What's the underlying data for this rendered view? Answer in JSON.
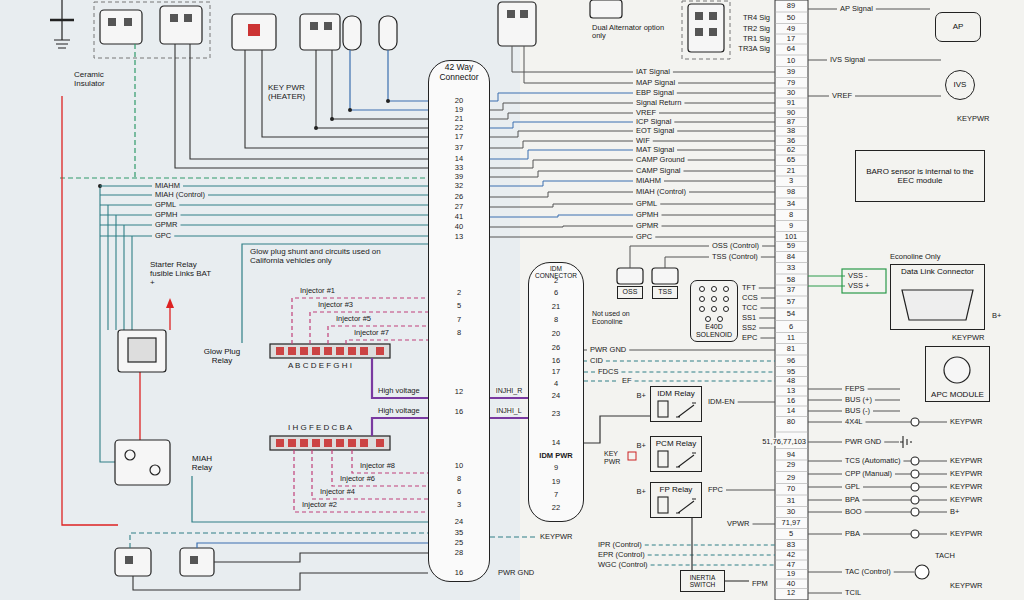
{
  "diagram": {
    "nodes": [
      {
        "text": [
          "42 Way Connector"
        ]
      },
      {
        "text": [
          "Glow Plug Relay"
        ]
      },
      {
        "text": [
          "MIAH Relay"
        ]
      },
      {
        "text": [
          "IDM CONNECTOR"
        ]
      },
      {
        "text": [
          "OSS"
        ]
      },
      {
        "text": [
          "TSS"
        ]
      },
      {
        "text": [
          "E40D SOLENOID"
        ]
      },
      {
        "text": [
          "IDM Relay"
        ]
      },
      {
        "text": [
          "PCM Relay"
        ]
      },
      {
        "text": [
          "FP Relay"
        ]
      },
      {
        "text": [
          "AP"
        ]
      },
      {
        "text": [
          "IVS"
        ]
      },
      {
        "text": [
          "BARO sensor is internal to the EEC module"
        ]
      },
      {
        "text": [
          "Data Link Connector"
        ]
      },
      {
        "text": [
          "APC MODULE"
        ]
      },
      {
        "text": [
          "INERTIA SWITCH"
        ]
      }
    ],
    "edges": [
      {
        "from": 0,
        "to": 3,
        "label": "INJHI_R",
        "arrow": "none"
      },
      {
        "from": 0,
        "to": 3,
        "label": "INJHI_L",
        "arrow": "none"
      },
      {
        "from": 1,
        "to": 0,
        "arrow": "none"
      },
      {
        "from": 2,
        "to": 0,
        "arrow": "none"
      },
      {
        "from": 9,
        "to": 15,
        "arrow": "none"
      },
      {
        "from": 7,
        "to": 3,
        "arrow": "none"
      }
    ],
    "labels": [
      "Ceramic Insulator",
      "KEY PWR (HEATER)",
      "MIAHM",
      "MIAH (Control)",
      "GPML",
      "GPMH",
      "GPMR",
      "GPC",
      "Glow plug shunt and circuits used on California vehicles only",
      "Starter Relay fusible Links BAT +",
      "Injector #1",
      "Injector #3",
      "Injector #5",
      "Injector #7",
      "A B C D E F G H I",
      "High voltage",
      "High voltage",
      "I H G F E D C B A",
      "Injector #8",
      "Injector #6",
      "Injector #4",
      "Injector #2",
      "20",
      "19",
      "21",
      "22",
      "17",
      "37",
      "14",
      "33",
      "39",
      "32",
      "26",
      "27",
      "41",
      "40",
      "13",
      "2",
      "5",
      "7",
      "8",
      "12",
      "16",
      "10",
      "8",
      "6",
      "3",
      "24",
      "35",
      "25",
      "28",
      "16",
      "2",
      "6",
      "21",
      "8",
      "20",
      "26",
      "16",
      "17",
      "4",
      "24",
      "23",
      "14",
      "9",
      "19",
      "7",
      "22",
      "IDM PWR",
      "KEYPWR",
      "PWR GND",
      "Dual Alternator option only",
      "TR4 Sig",
      "TR2 Sig",
      "TR1 Sig",
      "TR3A Sig",
      "IAT Signal",
      "MAP Signal",
      "EBP Signal",
      "Signal Return",
      "VREF",
      "ICP Signal",
      "EOT Signal",
      "WIF",
      "MAT Signal",
      "CAMP Ground",
      "CAMP Signal",
      "MIAHM",
      "MIAH (Control)",
      "GPML",
      "GPMH",
      "GPMR",
      "GPC",
      "OSS (Control)",
      "TSS (Control)",
      "Not used on Econoline",
      "TFT",
      "CCS",
      "TCC",
      "SS1",
      "SS2",
      "EPC",
      "PWR GND",
      "CID",
      "FDCS",
      "EF",
      "B+",
      "B+",
      "B+",
      "KEY PWR",
      "IDM-EN",
      "FPC",
      "VPWR",
      "IPR (Control)",
      "EPR (Control)",
      "WGC (Control)",
      "FPM",
      "89",
      "50",
      "49",
      "17",
      "64",
      "10",
      "39",
      "79",
      "30",
      "91",
      "90",
      "87",
      "38",
      "36",
      "62",
      "65",
      "21",
      "3",
      "98",
      "34",
      "8",
      "9",
      "101",
      "59",
      "84",
      "33",
      "58",
      "37",
      "57",
      "54",
      "6",
      "11",
      "81",
      "96",
      "95",
      "48",
      "13",
      "16",
      "14",
      "80",
      "51,76,77,103",
      "94",
      "29",
      "29",
      "70",
      "31",
      "30",
      "71,97",
      "5",
      "83",
      "42",
      "47",
      "19",
      "40",
      "12",
      "AP Signal",
      "IVS Signal",
      "VREF",
      "KEYPWR",
      "VSS -",
      "VSS +",
      "Econoline Only",
      "B+",
      "KEYPWR",
      "FEPS",
      "BUS (+)",
      "BUS (-)",
      "4X4L",
      "KEYPWR",
      "PWR GND",
      "TCS (Automatic)",
      "KEYPWR",
      "CPP (Manual)",
      "KEYPWR",
      "GPL",
      "KEYPWR",
      "BPA",
      "KEYPWR",
      "BOO",
      "B+",
      "PBA",
      "KEYPWR",
      "TACH",
      "TAC (Control)",
      "KEYPWR",
      "TCIL"
    ]
  }
}
